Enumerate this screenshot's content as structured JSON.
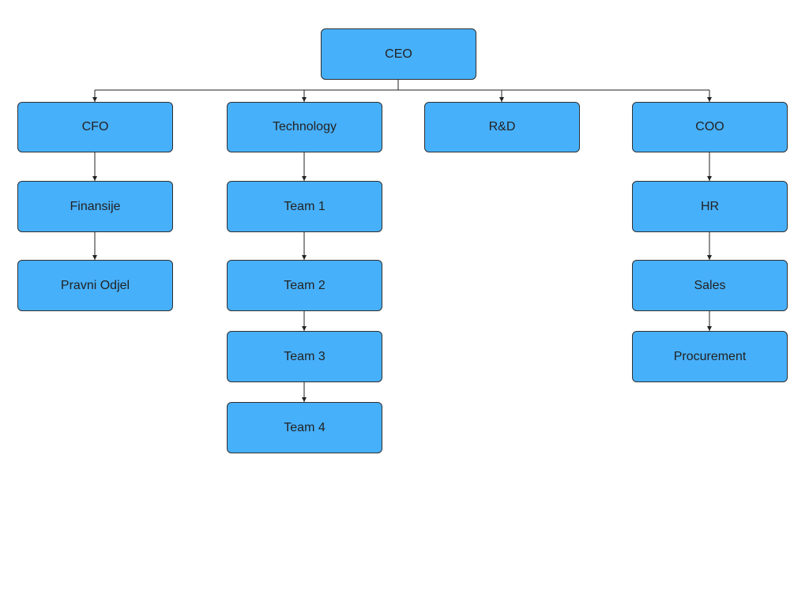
{
  "colors": {
    "node_fill": "#47b0fb",
    "node_border": "#2f2f2f",
    "connector": "#222222",
    "text": "#222222",
    "background": "#ffffff"
  },
  "org_chart": {
    "root": {
      "label": "CEO"
    },
    "departments": [
      {
        "label": "CFO",
        "children": [
          {
            "label": "Finansije"
          },
          {
            "label": "Pravni Odjel"
          }
        ]
      },
      {
        "label": "Technology",
        "children": [
          {
            "label": "Team 1"
          },
          {
            "label": "Team 2"
          },
          {
            "label": "Team 3"
          },
          {
            "label": "Team 4"
          }
        ]
      },
      {
        "label": "R&D",
        "children": []
      },
      {
        "label": "COO",
        "children": [
          {
            "label": "HR"
          },
          {
            "label": "Sales"
          },
          {
            "label": "Procurement"
          }
        ]
      }
    ]
  }
}
